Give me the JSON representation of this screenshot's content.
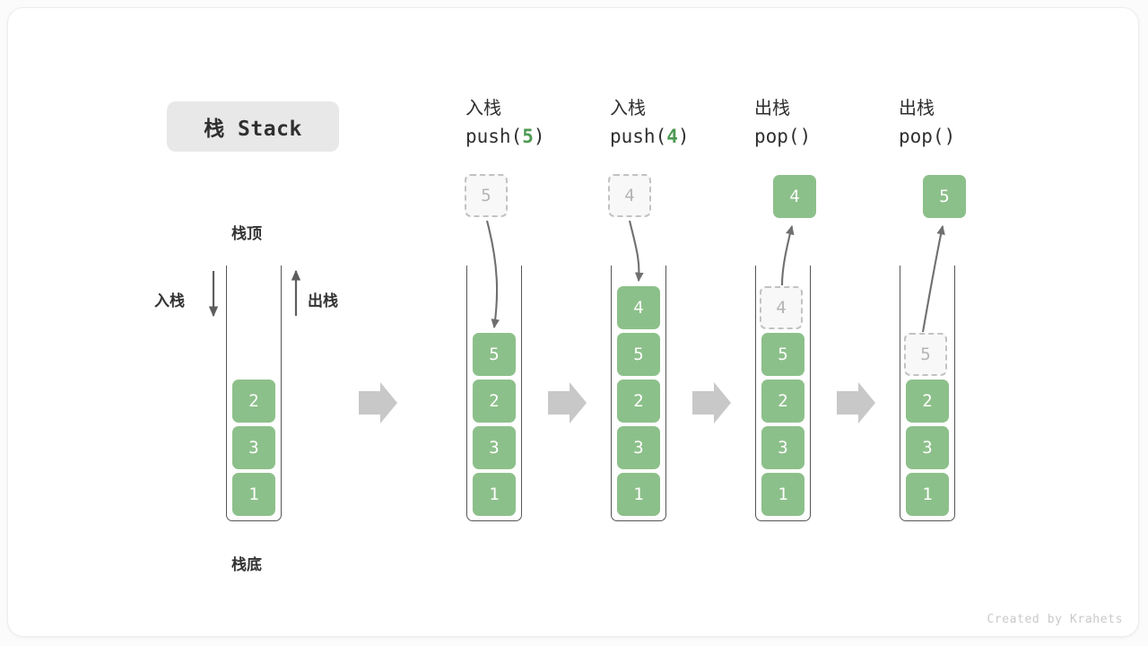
{
  "figure": {
    "title": "栈 Stack",
    "credit": "Created by Krahets",
    "colors": {
      "cell_green": "#8cc08a",
      "accent_green": "#4f9a53",
      "ghost_border": "#c2c2c2",
      "ghost_text": "#b4b4b4",
      "stroke_gray": "#6f6f6f",
      "block_arrow": "#c8c8c8",
      "badge_bg": "#e8e8e8"
    }
  },
  "legend": {
    "top_label": "栈顶",
    "bottom_label": "栈底",
    "push_label": "入栈",
    "pop_label": "出栈"
  },
  "columns": [
    {
      "id": "initial",
      "header_cn": "",
      "header_code_prefix": "",
      "header_code_value": "",
      "header_code_suffix": "",
      "stack": [
        "2",
        "3",
        "1"
      ],
      "ghost_in_stack": null,
      "incoming_ghost": null,
      "outgoing_cell": null
    },
    {
      "id": "push-5",
      "header_cn": "入栈",
      "header_code_prefix": "push(",
      "header_code_value": "5",
      "header_code_suffix": ")",
      "stack": [
        "5",
        "2",
        "3",
        "1"
      ],
      "ghost_in_stack": null,
      "incoming_ghost": "5",
      "outgoing_cell": null
    },
    {
      "id": "push-4",
      "header_cn": "入栈",
      "header_code_prefix": "push(",
      "header_code_value": "4",
      "header_code_suffix": ")",
      "stack": [
        "4",
        "5",
        "2",
        "3",
        "1"
      ],
      "ghost_in_stack": null,
      "incoming_ghost": "4",
      "outgoing_cell": null
    },
    {
      "id": "pop-4",
      "header_cn": "出栈",
      "header_code_prefix": "pop(",
      "header_code_value": "",
      "header_code_suffix": ")",
      "stack": [
        "5",
        "2",
        "3",
        "1"
      ],
      "ghost_in_stack": "4",
      "incoming_ghost": null,
      "outgoing_cell": "4"
    },
    {
      "id": "pop-5",
      "header_cn": "出栈",
      "header_code_prefix": "pop(",
      "header_code_value": "",
      "header_code_suffix": ")",
      "stack": [
        "2",
        "3",
        "1"
      ],
      "ghost_in_stack": "5",
      "incoming_ghost": null,
      "outgoing_cell": "5"
    }
  ]
}
